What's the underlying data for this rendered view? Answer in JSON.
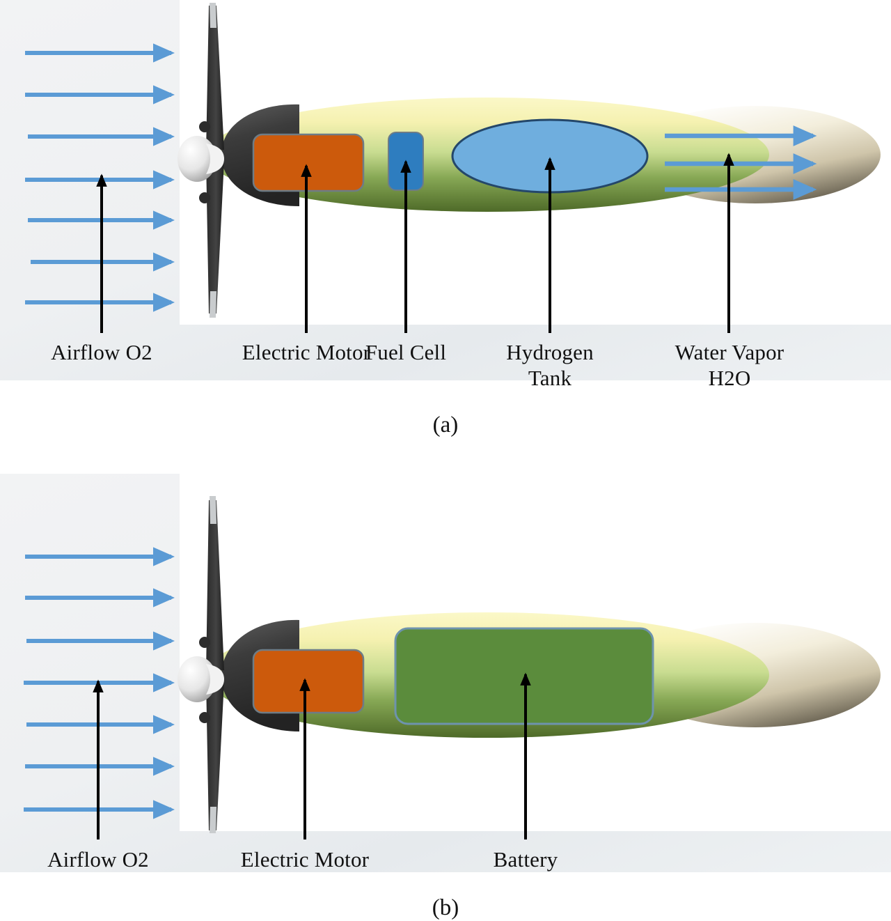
{
  "figure": {
    "panels": [
      {
        "id": "a",
        "caption": "(a)",
        "description": "Hydrogen fuel cell powered aircraft propulsion schematic",
        "labels": [
          {
            "name": "airflow",
            "text": "Airflow O2"
          },
          {
            "name": "electric-motor",
            "text": "Electric Motor"
          },
          {
            "name": "fuel-cell",
            "text": "Fuel Cell"
          },
          {
            "name": "hydrogen-tank",
            "text": "Hydrogen\nTank"
          },
          {
            "name": "water-vapor",
            "text": "Water Vapor\nH2O"
          }
        ],
        "components": [
          {
            "name": "electric-motor",
            "color": "#CC5A0C"
          },
          {
            "name": "fuel-cell",
            "color": "#2E7DBF"
          },
          {
            "name": "hydrogen-tank",
            "color": "#6FAEDE"
          }
        ],
        "inlet_arrow_count": 7,
        "outlet_arrow_count": 3
      },
      {
        "id": "b",
        "caption": "(b)",
        "description": "Battery electric aircraft propulsion schematic",
        "labels": [
          {
            "name": "airflow",
            "text": "Airflow O2"
          },
          {
            "name": "electric-motor",
            "text": "Electric Motor"
          },
          {
            "name": "battery",
            "text": "Battery"
          }
        ],
        "components": [
          {
            "name": "electric-motor",
            "color": "#CC5A0C"
          },
          {
            "name": "battery",
            "color": "#5B8C3C"
          }
        ],
        "inlet_arrow_count": 7,
        "outlet_arrow_count": 0
      }
    ],
    "colors": {
      "airflow_arrow": "#5B9BD5",
      "leader_arrow": "#000000",
      "motor_orange": "#CC5A0C",
      "fuel_cell_blue": "#2E7DBF",
      "hydrogen_tank_blue": "#6FAEDE",
      "battery_green": "#5B8C3C",
      "fuselage_top": "#F7F3B4",
      "fuselage_bottom": "#4E6A28",
      "nose_cone": "#3A3A3A",
      "tail_cone": "#EFE8D6",
      "backdrop": "#EEF0F2"
    }
  }
}
